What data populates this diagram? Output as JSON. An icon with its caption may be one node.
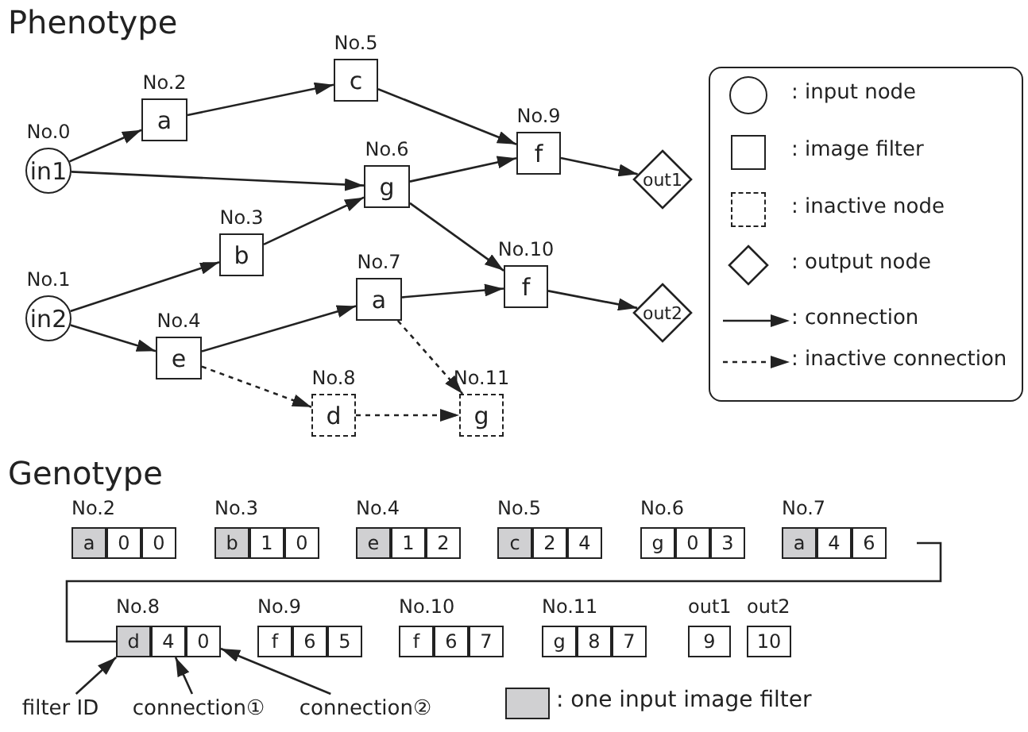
{
  "diagram": {
    "nodes": [
      {
        "text": [
          "in1"
        ],
        "beside": [
          "No.0"
        ]
      },
      {
        "text": [
          "in2"
        ],
        "beside": [
          "No.1"
        ]
      },
      {
        "text": [
          "a"
        ],
        "beside": [
          "No.2"
        ]
      },
      {
        "text": [
          "b"
        ],
        "beside": [
          "No.3"
        ]
      },
      {
        "text": [
          "e"
        ],
        "beside": [
          "No.4"
        ]
      },
      {
        "text": [
          "c"
        ],
        "beside": [
          "No.5"
        ]
      },
      {
        "text": [
          "g"
        ],
        "beside": [
          "No.6"
        ]
      },
      {
        "text": [
          "a"
        ],
        "beside": [
          "No.7"
        ]
      },
      {
        "text": [
          "d"
        ],
        "beside": [
          "No.8"
        ]
      },
      {
        "text": [
          "f"
        ],
        "beside": [
          "No.9"
        ]
      },
      {
        "text": [
          "f"
        ],
        "beside": [
          "No.10"
        ]
      },
      {
        "text": [
          "g"
        ],
        "beside": [
          "No.11"
        ]
      },
      {
        "text": [
          "out1"
        ]
      },
      {
        "text": [
          "out2"
        ]
      },
      {
        "text": [
          "d"
        ]
      },
      {
        "text": [
          "4"
        ]
      },
      {
        "text": [
          "0"
        ]
      },
      {
        "text": [
          "filter ID"
        ]
      },
      {
        "text": [
          "connection①"
        ]
      },
      {
        "text": [
          "connection②"
        ]
      }
    ],
    "edges": [
      {
        "from": 0,
        "to": 2,
        "arrow": "to"
      },
      {
        "from": 0,
        "to": 6,
        "arrow": "to"
      },
      {
        "from": 2,
        "to": 5,
        "arrow": "to"
      },
      {
        "from": 5,
        "to": 9,
        "arrow": "to"
      },
      {
        "from": 6,
        "to": 9,
        "arrow": "to"
      },
      {
        "from": 6,
        "to": 10,
        "arrow": "to"
      },
      {
        "from": 1,
        "to": 3,
        "arrow": "to"
      },
      {
        "from": 3,
        "to": 6,
        "arrow": "to"
      },
      {
        "from": 1,
        "to": 4,
        "arrow": "to"
      },
      {
        "from": 4,
        "to": 7,
        "arrow": "to"
      },
      {
        "from": 7,
        "to": 10,
        "arrow": "to"
      },
      {
        "from": 4,
        "to": 8,
        "arrow": "to",
        "style": "dashed"
      },
      {
        "from": 7,
        "to": 11,
        "arrow": "to",
        "style": "dashed"
      },
      {
        "from": 8,
        "to": 11,
        "arrow": "to",
        "style": "dashed"
      },
      {
        "from": 9,
        "to": 12,
        "arrow": "to"
      },
      {
        "from": 10,
        "to": 13,
        "arrow": "to"
      },
      {
        "from": 17,
        "to": 14,
        "arrow": "to"
      },
      {
        "from": 18,
        "to": 15,
        "arrow": "to"
      },
      {
        "from": 19,
        "to": 16,
        "arrow": "to"
      }
    ],
    "labels": [
      "Phenotype",
      "Genotype",
      "No.2",
      "No.3",
      "No.4",
      "No.5",
      "No.6",
      "No.7",
      "a",
      "0",
      "0",
      "b",
      "1",
      "0",
      "e",
      "1",
      "2",
      "c",
      "2",
      "4",
      "g",
      "0",
      "3",
      "a",
      "4",
      "6",
      "No.8",
      "No.9",
      "No.10",
      "No.11",
      "out1",
      "out2",
      "f",
      "6",
      "5",
      "f",
      "6",
      "7",
      "g",
      "8",
      "7",
      "9",
      "10"
    ],
    "legend": [
      {
        "text": ": input node"
      },
      {
        "text": ": image filter"
      },
      {
        "text": ": inactive node"
      },
      {
        "text": ": output node"
      },
      {
        "text": ": connection"
      },
      {
        "text": ": inactive connection"
      },
      {
        "text": ": one input image filter",
        "color": "#d0d0d2"
      }
    ]
  }
}
